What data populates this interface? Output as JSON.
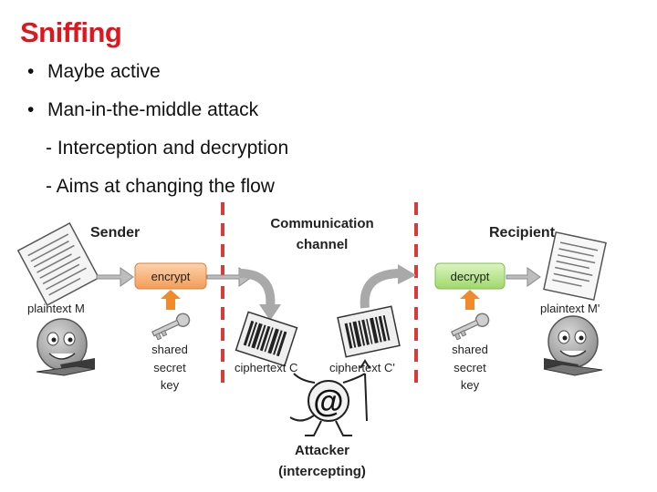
{
  "slide": {
    "title": "Sniffing",
    "bullets": [
      "Maybe active",
      "Man-in-the-middle attack"
    ],
    "sub_bullets": [
      "- Interception and decryption",
      "- Aims at changing the flow"
    ]
  },
  "diagram": {
    "sender": "Sender",
    "channel_line1": "Communication",
    "channel_line2": "channel",
    "recipient": "Recipient",
    "encrypt": "encrypt",
    "decrypt": "decrypt",
    "plaintext_sender": "plaintext M",
    "plaintext_recipient": "plaintext M'",
    "key_left": [
      "shared",
      "secret",
      "key"
    ],
    "key_right": [
      "shared",
      "secret",
      "key"
    ],
    "ciphertext": "ciphertext C",
    "ciphertext_prime": "ciphertext C'",
    "attacker_line1": "Attacker",
    "attacker_line2": "(intercepting)",
    "attacker_symbol": "@",
    "colors": {
      "title": "#e0161c",
      "encrypt_box": "#f7b27a",
      "decrypt_box": "#b9e58e",
      "divider": "#d93a3a",
      "key_arrow": "#f08a2a",
      "flow_arrow": "#9a9a9a"
    }
  }
}
